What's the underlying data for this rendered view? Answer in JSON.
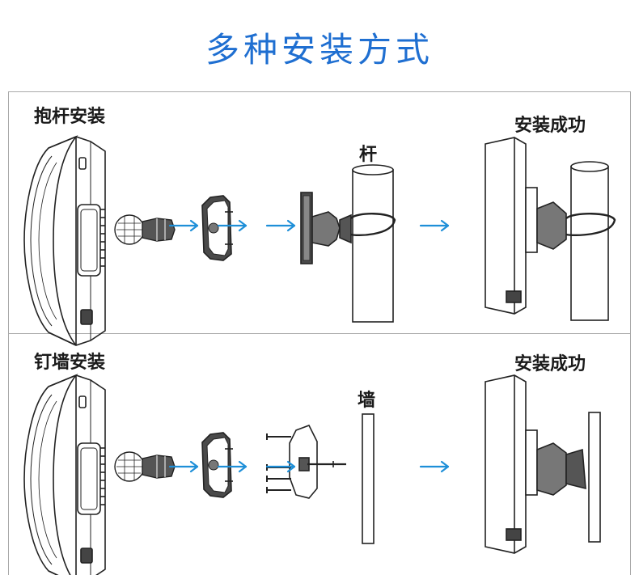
{
  "header": {
    "title": "多种安装方式"
  },
  "pole_section": {
    "title": "抱杆安装",
    "object_label": "杆",
    "result_label": "安装成功"
  },
  "wall_section": {
    "title": "钉墙安装",
    "object_label": "墙",
    "result_label": "安装成功"
  },
  "colors": {
    "title": "#1f6fd1",
    "arrow": "#1e8fd8",
    "line": "#222222",
    "frame": "#a9a9a9"
  },
  "icons": [
    "arrow-right-icon"
  ]
}
